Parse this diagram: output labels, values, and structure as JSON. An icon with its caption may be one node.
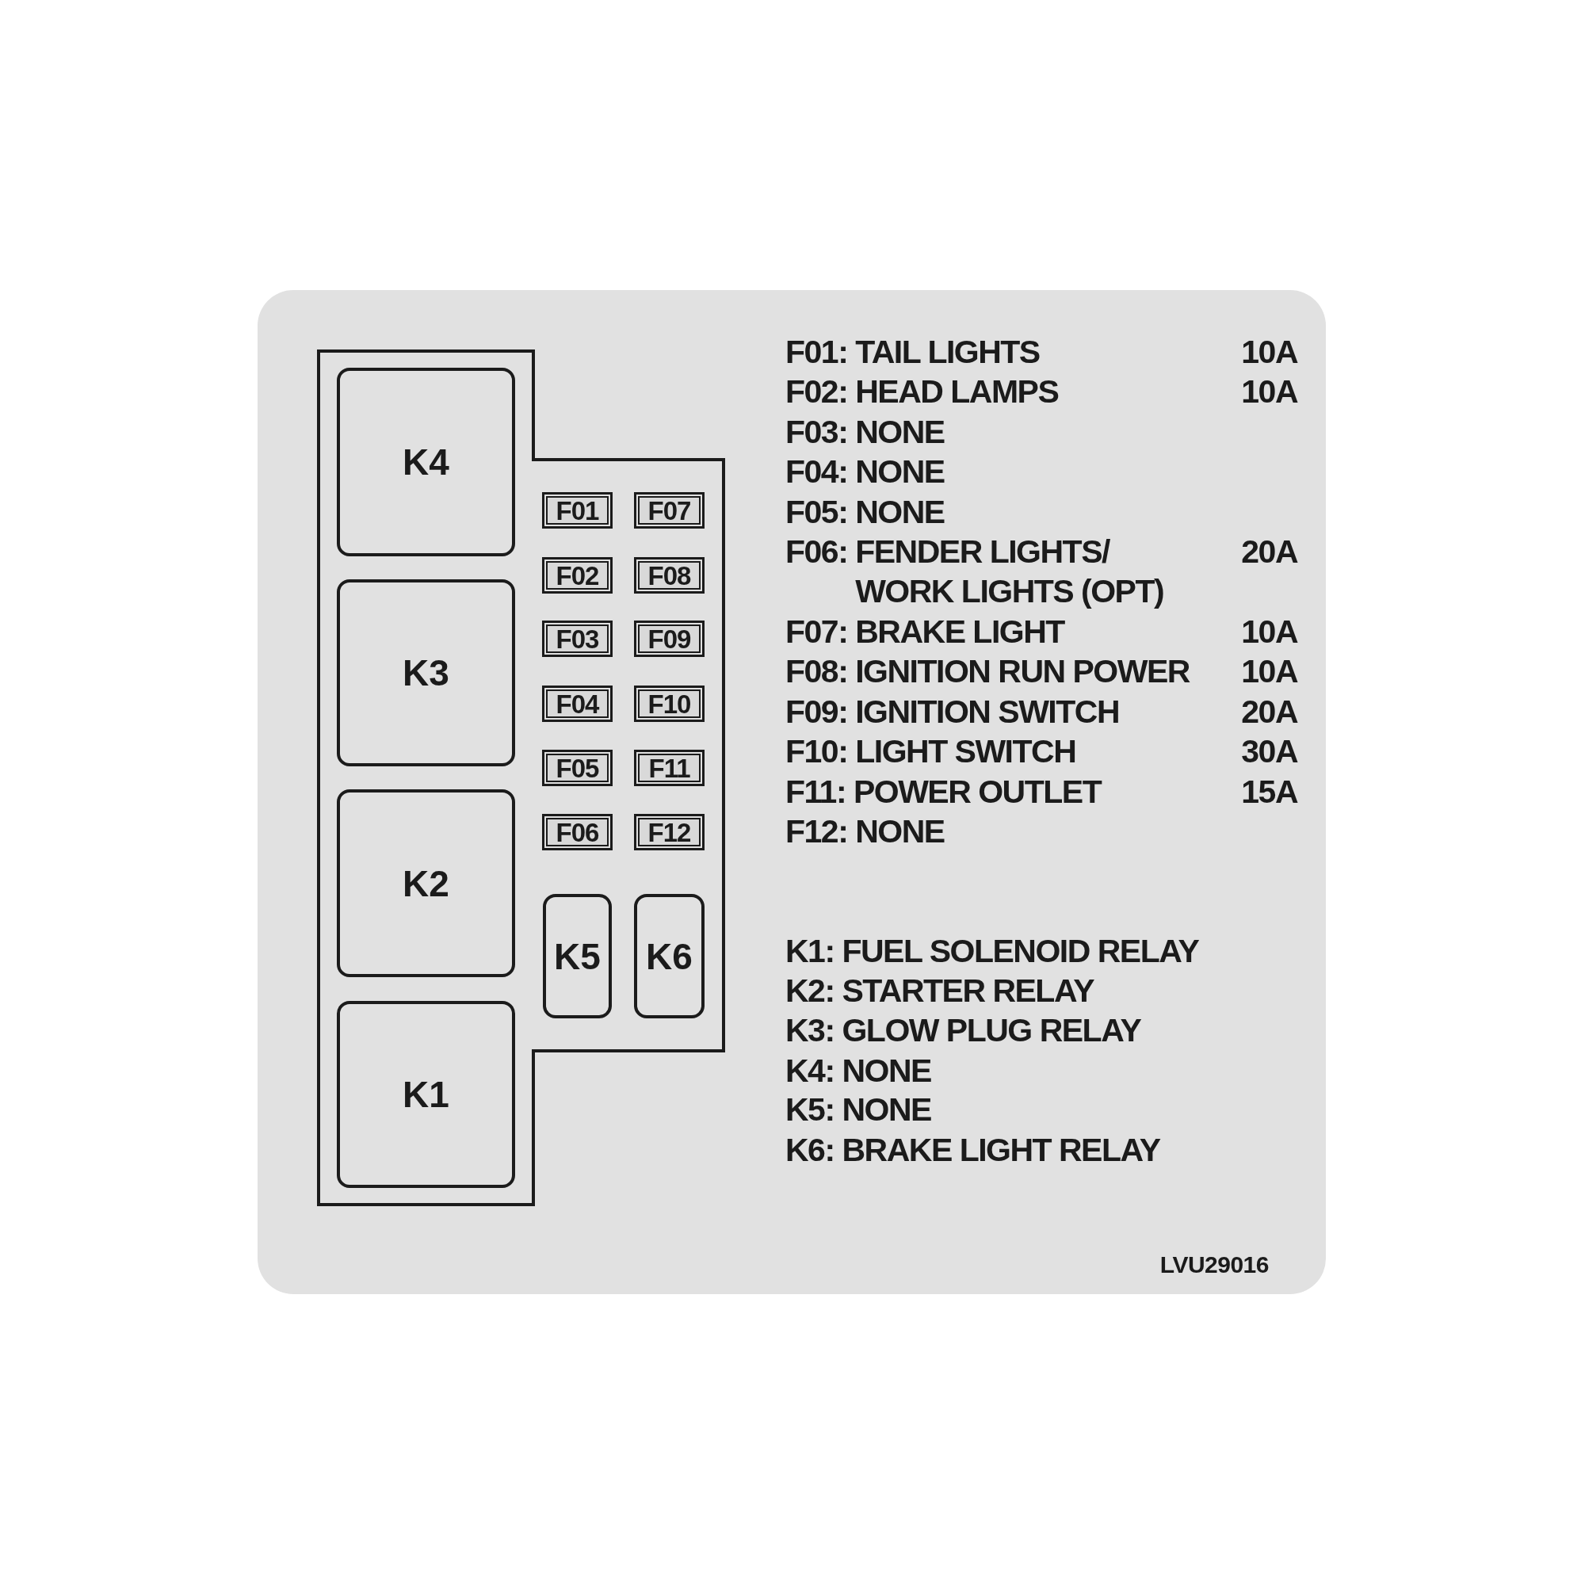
{
  "diagram": {
    "nodes": [
      {
        "text": [],
        "shape": "box"
      },
      {
        "text": [
          "K4"
        ],
        "in": 0
      },
      {
        "text": [
          "F01"
        ],
        "in": 0
      },
      {
        "text": [
          "F07"
        ],
        "in": 0
      },
      {
        "text": [
          "F02"
        ],
        "in": 0
      },
      {
        "text": [
          "F08"
        ],
        "in": 0
      },
      {
        "text": [
          "K3"
        ],
        "in": 0
      },
      {
        "text": [
          "F03"
        ],
        "in": 0
      },
      {
        "text": [
          "F09"
        ],
        "in": 0
      },
      {
        "text": [
          "F04"
        ],
        "in": 0
      },
      {
        "text": [
          "F10"
        ],
        "in": 0
      },
      {
        "text": [
          "F05"
        ],
        "in": 0
      },
      {
        "text": [
          "F11"
        ],
        "in": 0
      },
      {
        "text": [
          "K2"
        ],
        "in": 0
      },
      {
        "text": [
          "F06"
        ],
        "in": 0
      },
      {
        "text": [
          "F12"
        ],
        "in": 0
      },
      {
        "text": [
          "K5"
        ],
        "in": 0
      },
      {
        "text": [
          "K6"
        ],
        "in": 0
      },
      {
        "text": [
          "K1"
        ],
        "in": 0
      }
    ],
    "labels": [
      "F01: TAIL LIGHTS",
      "10A",
      "F02: HEAD LAMPS",
      "10A",
      "F03: NONE",
      "F04: NONE",
      "F05: NONE",
      "F06: FENDER LIGHTS/ WORK LIGHTS (OPT)",
      "20A",
      "F07: BRAKE LIGHT",
      "10A",
      "F08: IGNITION RUN POWER",
      "10A",
      "F09: IGNITION SWITCH",
      "20A",
      "F10: LIGHT SWITCH",
      "30A",
      "F11: POWER OUTLET",
      "15A",
      "F12: NONE",
      "K1: FUEL SOLENOID RELAY",
      "K2: STARTER RELAY",
      "K3: GLOW PLUG RELAY",
      "K4: NONE",
      "K5: NONE",
      "K6: BRAKE LIGHT RELAY",
      "LVU29016"
    ]
  }
}
